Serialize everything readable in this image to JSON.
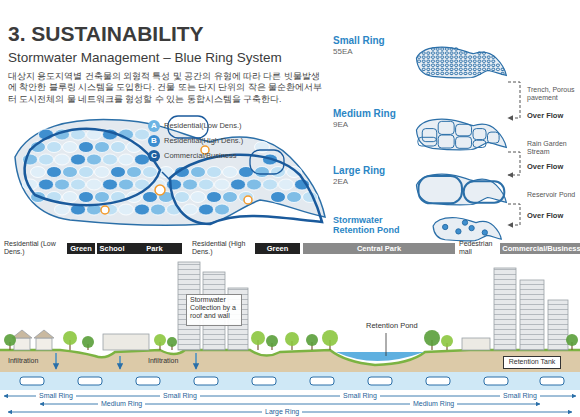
{
  "diagram": {
    "title": "3. SUSTAINABILITY",
    "nodes": [
      {
        "text": [
          "Small Ring",
          "55EA"
        ]
      },
      {
        "text": [
          "Medium Ring",
          "9EA"
        ]
      },
      {
        "text": [
          "Large Ring",
          "2EA"
        ]
      },
      {
        "text": [
          "Stormwater Retention Pond"
        ]
      },
      {
        "text": [
          "Green"
        ]
      },
      {
        "text": [
          "School"
        ]
      },
      {
        "text": [
          "Park"
        ]
      },
      {
        "text": [
          "Green"
        ]
      },
      {
        "text": [
          "Central Park"
        ]
      },
      {
        "text": [
          "Commercial/Business"
        ]
      },
      {
        "text": [
          "Stormwater Collection by a roof and wall"
        ]
      },
      {
        "text": [
          "Retention Tank"
        ]
      }
    ],
    "edges": [
      {
        "from": 0,
        "to": 1,
        "arrow": "to",
        "label": "Over Flow"
      },
      {
        "from": 1,
        "to": 2,
        "arrow": "to",
        "label": "Over Flow"
      },
      {
        "from": 2,
        "to": 3,
        "arrow": "to",
        "label": "Over Flow"
      }
    ],
    "labels": [
      "Stormwater Management – Blue Ring System",
      "대상지 용도지역별 건축물의 외형적 특성 및 공간의 유형에 따라 다른 빗물발생에 착안한 블루링 시스템을 도입한다. 건물 또는 단지 단위의 작은 물순환에서부터 도시전체의 물 네트워크를 형성할 수 있는 통합시스템을 구축한다.",
      "A",
      "B",
      "C",
      "Trench, Porous pavement",
      "Rain Garden Stream",
      "Reservoir Pond",
      "Residential (Low Dens.)",
      "Residential (High Dens.)",
      "Pedestrian mall",
      "Retention Pond",
      "Infiltration",
      "Infiltration",
      "Small Ring",
      "Medium Ring",
      "Small Ring",
      "Large Ring",
      "Small Ring",
      "Medium Ring",
      "Small Ring"
    ],
    "legend": [
      {
        "text": "Residential(Low Dens.)",
        "color": "#6cb4e4"
      },
      {
        "text": "Residential(High Dens.)",
        "color": "#3a8cd0"
      },
      {
        "text": "Commercial/Business",
        "color": "#1d5f9f"
      }
    ]
  }
}
